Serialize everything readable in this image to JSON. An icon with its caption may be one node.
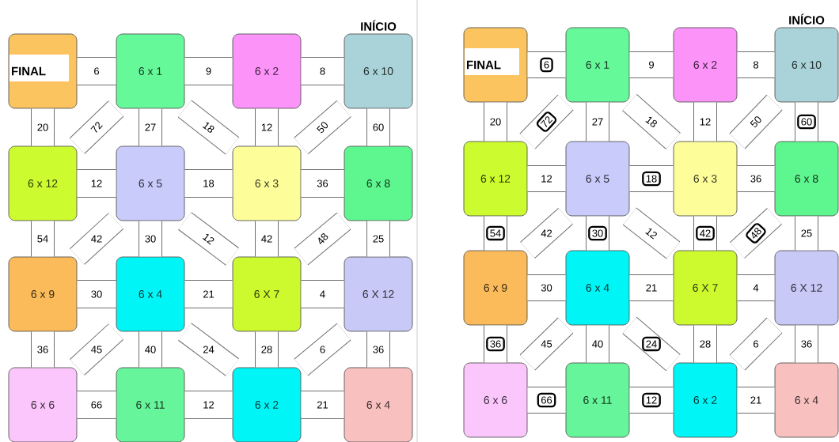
{
  "diagram": {
    "nodes": [
      {
        "text": [
          "FINAL"
        ]
      },
      {
        "text": [
          "6 x 1"
        ]
      },
      {
        "text": [
          "6 x 2"
        ]
      },
      {
        "text": [
          "INÍCIO",
          "6 x 10"
        ]
      },
      {
        "text": [
          "6 x 12"
        ]
      },
      {
        "text": [
          "6 x 5"
        ]
      },
      {
        "text": [
          "6 x 3"
        ]
      },
      {
        "text": [
          "6 x 8"
        ]
      },
      {
        "text": [
          "6 x 9"
        ]
      },
      {
        "text": [
          "6 x 4"
        ]
      },
      {
        "text": [
          "6 X 7"
        ]
      },
      {
        "text": [
          "6 X 12"
        ]
      },
      {
        "text": [
          "6 x 6"
        ]
      },
      {
        "text": [
          "6 x 11"
        ]
      },
      {
        "text": [
          "6 x 2"
        ]
      },
      {
        "text": [
          "6 x 4"
        ]
      },
      {
        "text": [
          "FINAL"
        ]
      },
      {
        "text": [
          "6 x 1"
        ]
      },
      {
        "text": [
          "6 x 2"
        ]
      },
      {
        "text": [
          "INÍCIO",
          "6 x 10"
        ]
      },
      {
        "text": [
          "6 x 12"
        ]
      },
      {
        "text": [
          "6 x 5"
        ]
      },
      {
        "text": [
          "6 x 3"
        ]
      },
      {
        "text": [
          "6 x 8"
        ]
      },
      {
        "text": [
          "6 x 9"
        ]
      },
      {
        "text": [
          "6 x 4"
        ]
      },
      {
        "text": [
          "6 X 7"
        ]
      },
      {
        "text": [
          "6 X 12"
        ]
      },
      {
        "text": [
          "6 x 6"
        ]
      },
      {
        "text": [
          "6 x 11"
        ]
      },
      {
        "text": [
          "6 x 2"
        ]
      },
      {
        "text": [
          "6 x 4"
        ]
      }
    ],
    "edges": [
      {
        "from": 0,
        "to": 1,
        "arrow": "none",
        "label": "6"
      },
      {
        "from": 1,
        "to": 2,
        "arrow": "none",
        "label": "9"
      },
      {
        "from": 2,
        "to": 3,
        "arrow": "none",
        "label": "8"
      },
      {
        "from": 4,
        "to": 5,
        "arrow": "none",
        "label": "12"
      },
      {
        "from": 5,
        "to": 6,
        "arrow": "none",
        "label": "18"
      },
      {
        "from": 6,
        "to": 7,
        "arrow": "none",
        "label": "36"
      },
      {
        "from": 8,
        "to": 9,
        "arrow": "none",
        "label": "30"
      },
      {
        "from": 9,
        "to": 10,
        "arrow": "none",
        "label": "21"
      },
      {
        "from": 10,
        "to": 11,
        "arrow": "none",
        "label": "4"
      },
      {
        "from": 12,
        "to": 13,
        "arrow": "none",
        "label": "66"
      },
      {
        "from": 13,
        "to": 14,
        "arrow": "none",
        "label": "12"
      },
      {
        "from": 14,
        "to": 15,
        "arrow": "none",
        "label": "21"
      },
      {
        "from": 0,
        "to": 4,
        "arrow": "none",
        "label": "20"
      },
      {
        "from": 4,
        "to": 8,
        "arrow": "none",
        "label": "54"
      },
      {
        "from": 8,
        "to": 12,
        "arrow": "none",
        "label": "36"
      },
      {
        "from": 1,
        "to": 5,
        "arrow": "none",
        "label": "27"
      },
      {
        "from": 5,
        "to": 9,
        "arrow": "none",
        "label": "30"
      },
      {
        "from": 9,
        "to": 13,
        "arrow": "none",
        "label": "40"
      },
      {
        "from": 2,
        "to": 6,
        "arrow": "none",
        "label": "12"
      },
      {
        "from": 6,
        "to": 10,
        "arrow": "none",
        "label": "42"
      },
      {
        "from": 10,
        "to": 14,
        "arrow": "none",
        "label": "28"
      },
      {
        "from": 3,
        "to": 7,
        "arrow": "none",
        "label": "60"
      },
      {
        "from": 7,
        "to": 11,
        "arrow": "none",
        "label": "25"
      },
      {
        "from": 11,
        "to": 15,
        "arrow": "none",
        "label": "36"
      },
      {
        "from": 4,
        "to": 1,
        "arrow": "none",
        "label": "72"
      },
      {
        "from": 1,
        "to": 6,
        "arrow": "none",
        "label": "18"
      },
      {
        "from": 6,
        "to": 3,
        "arrow": "none",
        "label": "50"
      },
      {
        "from": 8,
        "to": 5,
        "arrow": "none",
        "label": "42"
      },
      {
        "from": 5,
        "to": 10,
        "arrow": "none",
        "label": "12"
      },
      {
        "from": 10,
        "to": 7,
        "arrow": "none",
        "label": "48"
      },
      {
        "from": 12,
        "to": 9,
        "arrow": "none",
        "label": "45"
      },
      {
        "from": 9,
        "to": 14,
        "arrow": "none",
        "label": "24"
      },
      {
        "from": 14,
        "to": 11,
        "arrow": "none",
        "label": "6"
      },
      {
        "from": 16,
        "to": 17,
        "arrow": "none",
        "label": "6"
      },
      {
        "from": 17,
        "to": 18,
        "arrow": "none",
        "label": "9"
      },
      {
        "from": 18,
        "to": 19,
        "arrow": "none",
        "label": "8"
      },
      {
        "from": 20,
        "to": 21,
        "arrow": "none",
        "label": "12"
      },
      {
        "from": 21,
        "to": 22,
        "arrow": "none",
        "label": "18"
      },
      {
        "from": 22,
        "to": 23,
        "arrow": "none",
        "label": "36"
      },
      {
        "from": 24,
        "to": 25,
        "arrow": "none",
        "label": "30"
      },
      {
        "from": 25,
        "to": 26,
        "arrow": "none",
        "label": "21"
      },
      {
        "from": 26,
        "to": 27,
        "arrow": "none",
        "label": "4"
      },
      {
        "from": 28,
        "to": 29,
        "arrow": "none",
        "label": "66"
      },
      {
        "from": 29,
        "to": 30,
        "arrow": "none",
        "label": "12"
      },
      {
        "from": 30,
        "to": 31,
        "arrow": "none",
        "label": "21"
      },
      {
        "from": 16,
        "to": 20,
        "arrow": "none",
        "label": "20"
      },
      {
        "from": 20,
        "to": 24,
        "arrow": "none",
        "label": "54"
      },
      {
        "from": 24,
        "to": 28,
        "arrow": "none",
        "label": "36"
      },
      {
        "from": 17,
        "to": 21,
        "arrow": "none",
        "label": "27"
      },
      {
        "from": 21,
        "to": 25,
        "arrow": "none",
        "label": "30"
      },
      {
        "from": 25,
        "to": 29,
        "arrow": "none",
        "label": "40"
      },
      {
        "from": 18,
        "to": 22,
        "arrow": "none",
        "label": "12"
      },
      {
        "from": 22,
        "to": 26,
        "arrow": "none",
        "label": "42"
      },
      {
        "from": 26,
        "to": 30,
        "arrow": "none",
        "label": "28"
      },
      {
        "from": 19,
        "to": 23,
        "arrow": "none",
        "label": "60"
      },
      {
        "from": 23,
        "to": 27,
        "arrow": "none",
        "label": "25"
      },
      {
        "from": 27,
        "to": 31,
        "arrow": "none",
        "label": "36"
      },
      {
        "from": 20,
        "to": 17,
        "arrow": "none",
        "label": "72"
      },
      {
        "from": 17,
        "to": 22,
        "arrow": "none",
        "label": "18"
      },
      {
        "from": 22,
        "to": 19,
        "arrow": "none",
        "label": "50"
      },
      {
        "from": 24,
        "to": 21,
        "arrow": "none",
        "label": "42"
      },
      {
        "from": 21,
        "to": 26,
        "arrow": "none",
        "label": "12"
      },
      {
        "from": 26,
        "to": 23,
        "arrow": "none",
        "label": "48"
      },
      {
        "from": 28,
        "to": 25,
        "arrow": "none",
        "label": "45"
      },
      {
        "from": 25,
        "to": 30,
        "arrow": "none",
        "label": "24"
      },
      {
        "from": 30,
        "to": 27,
        "arrow": "none",
        "label": "6"
      }
    ]
  }
}
